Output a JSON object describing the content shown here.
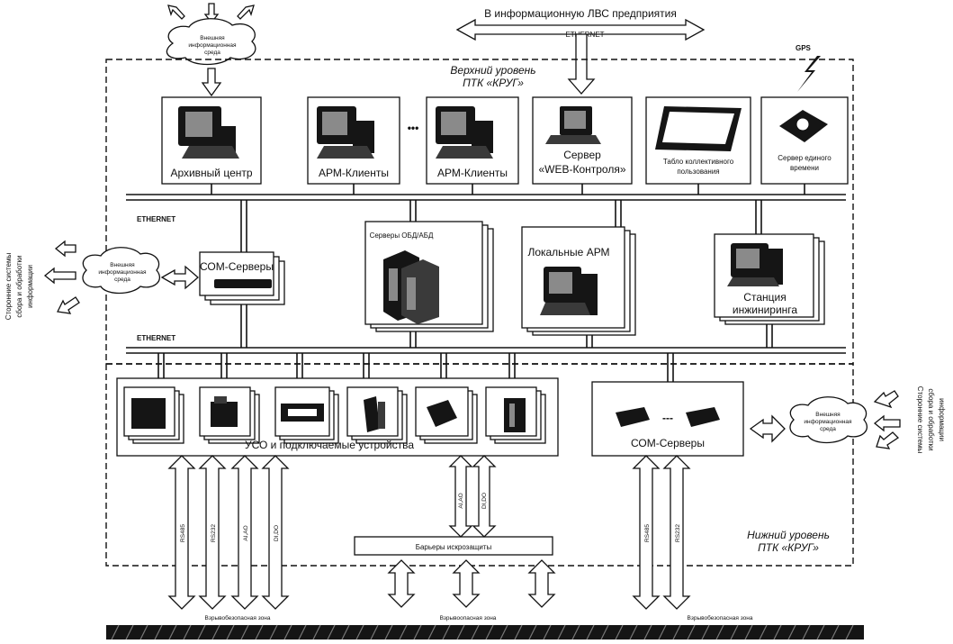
{
  "top": {
    "lan_label": "В информационную ЛВС предприятия",
    "ethernet_label": "ETHERNET",
    "gps_label": "GPS",
    "upper_level": [
      "Верхний уровень",
      "ПТК «КРУГ»"
    ],
    "ext_cloud_top": [
      "Внешняя",
      "информационная",
      "среда"
    ]
  },
  "workstations": {
    "archive": "Архивный центр",
    "arm1": "АРМ-Клиенты",
    "ellipsis": "•••",
    "arm2": "АРМ-Клиенты",
    "web": [
      "Сервер",
      "«WEB-Контроля»"
    ],
    "panel": [
      "Табло коллективного",
      "пользования"
    ],
    "time": [
      "Сервер единого",
      "времени"
    ]
  },
  "middle": {
    "ethernet1": "ETHERNET",
    "ethernet2": "ETHERNET",
    "com_servers": "СОМ-Серверы",
    "db_servers": "Серверы ОБД/АБД",
    "local_arm": "Локальные АРМ",
    "engineer": [
      "Станция",
      "инжиниринга"
    ],
    "ext_cloud_left": [
      "Внешняя",
      "информационная",
      "среда"
    ]
  },
  "lower": {
    "uso": "УСО и подключаемые  устройства",
    "com_servers": "СОМ-Серверы",
    "com_dash": "---",
    "lower_level": [
      "Нижний уровень",
      "ПТК «КРУГ»"
    ],
    "ext_cloud_right": [
      "Внешняя",
      "информационная",
      "среда"
    ],
    "barriers": "Барьеры искрозащиты",
    "left_arrows": [
      "RS485",
      "RS232",
      "AI,AO",
      "DI,DO"
    ],
    "mid_arrows": [
      "AI,AO",
      "DI,DO"
    ],
    "right_arrows": [
      "RS485",
      "RS232"
    ]
  },
  "side": {
    "left": [
      "Сторонние системы",
      "сбора и обработки",
      "информации"
    ],
    "right": [
      "Сторонние системы",
      "сбора и обработки",
      "информации"
    ]
  },
  "bottom": {
    "zone_left": "Взрывобезопасная зона",
    "zone_mid": "Взрывоопасная зона",
    "zone_right": "Взрывобезопасная зона"
  }
}
